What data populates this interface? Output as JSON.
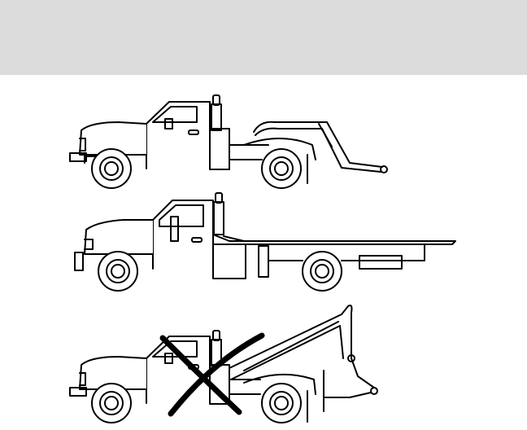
{
  "colors": {
    "header_band": "#dcdcdc",
    "background": "#ffffff",
    "line": "#000000",
    "cross": "#000000"
  },
  "figure": {
    "panels": [
      {
        "id": "wheel-lift",
        "prohibited": false
      },
      {
        "id": "flatbed",
        "prohibited": false
      },
      {
        "id": "sling-hook",
        "prohibited": true
      }
    ]
  }
}
